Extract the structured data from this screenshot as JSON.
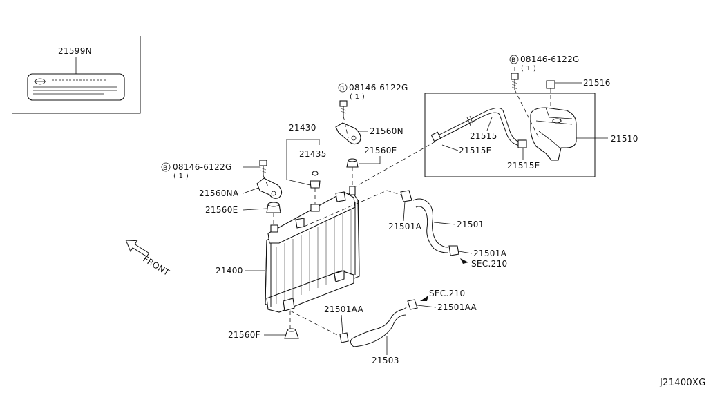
{
  "diagram": {
    "code": "J21400XG",
    "front_label": "FRONT",
    "labels": {
      "l21599N": "21599N",
      "l08146_a": "08146-6122G",
      "l08146_a_qty": "( 1 )",
      "l08146_b": "08146-6122G",
      "l08146_b_qty": "( 1 )",
      "l08146_c": "08146-6122G",
      "l08146_c_qty": "( 1 )",
      "l21516": "21516",
      "l21510": "21510",
      "l21515": "21515",
      "l21515E_a": "21515E",
      "l21515E_b": "21515E",
      "l21560N": "21560N",
      "l21560E_a": "21560E",
      "l21430": "21430",
      "l21435": "21435",
      "l21560NA": "21560NA",
      "l21560E_b": "21560E",
      "l21501A_a": "21501A",
      "l21501": "21501",
      "l21501A_b": "21501A",
      "lsec210_a": "SEC.210",
      "l21400": "21400",
      "lsec210_b": "SEC.210",
      "l21501AA_a": "21501AA",
      "l21501AA_b": "21501AA",
      "l21560F": "21560F",
      "l21503": "21503"
    }
  }
}
